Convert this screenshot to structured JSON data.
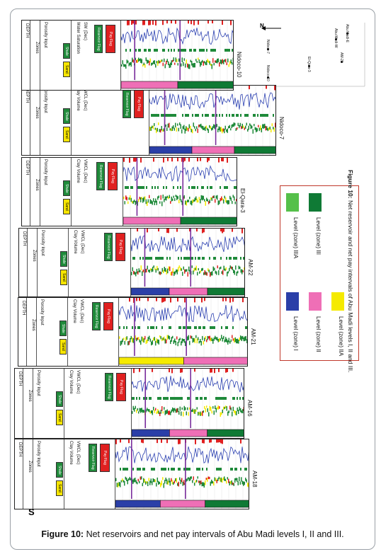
{
  "caption": {
    "label": "Figure 10:",
    "text": "Net reservoirs and net pay intervals of Abu Madi levels I, II and III."
  },
  "figure_inline_caption": {
    "label": "Figure 10:",
    "text": "Net reservoir and net pay intervals of Abu Madi levels I, II and III."
  },
  "orientation": {
    "north": "N",
    "south": "S"
  },
  "map": {
    "north": "N",
    "wells": [
      "Nidoco-10",
      "Nidoco-7",
      "Abu Madi-W",
      "Abu Madi-E",
      "El-Qara-3",
      "AM-21"
    ]
  },
  "headers": {
    "clay_volume": "Clay Volume",
    "vwcl": "VWCL (Dec)",
    "water_saturation": "Water Saturation",
    "sw": "SW (Dec)",
    "reservoir_flag": "Reservoir Flag",
    "pay_flag": "Pay Flag",
    "porosity": "Porosity Input",
    "sand": "Sand",
    "shale": "Shale",
    "zones": "Zones",
    "depth": "DEPTH"
  },
  "wells": [
    {
      "name": "AM-18",
      "zones": [
        "blue",
        "pink",
        "green"
      ]
    },
    {
      "name": "AM-16",
      "zones": [
        "blue",
        "pink",
        "green"
      ]
    },
    {
      "name": "AM-21",
      "zones": [
        "yellow",
        "pink"
      ]
    },
    {
      "name": "AM-22",
      "zones": [
        "blue",
        "pink",
        "green"
      ]
    },
    {
      "name": "El-Qara-3",
      "zones": [
        "pink",
        "green"
      ]
    },
    {
      "name": "Nidoco-7",
      "zones": [
        "blue",
        "pink",
        "green"
      ]
    },
    {
      "name": "Nidoco-10",
      "zones": [
        "pink",
        "green"
      ]
    }
  ],
  "legend": [
    {
      "label": "Level (zone) I",
      "color": "#2b3fa8"
    },
    {
      "label": "Level (zone) II",
      "color": "#ef6fb6"
    },
    {
      "label": "Level (zone) IIA",
      "color": "#f5ea00"
    },
    {
      "label": "Level (zone) IIIA",
      "color": "#55c04a"
    },
    {
      "label": "Level (zone) III",
      "color": "#0f7a35"
    }
  ],
  "colors": {
    "zone_blue": "#2b3fa8",
    "zone_pink": "#ef6fb6",
    "zone_yellow": "#f5ea00",
    "zone_green": "#0f7a35",
    "curve_blue": "#2a3fb0",
    "flag_red": "#e02020",
    "flag_green": "#1f8a3a",
    "marker_purple": "#7a2d9c"
  }
}
